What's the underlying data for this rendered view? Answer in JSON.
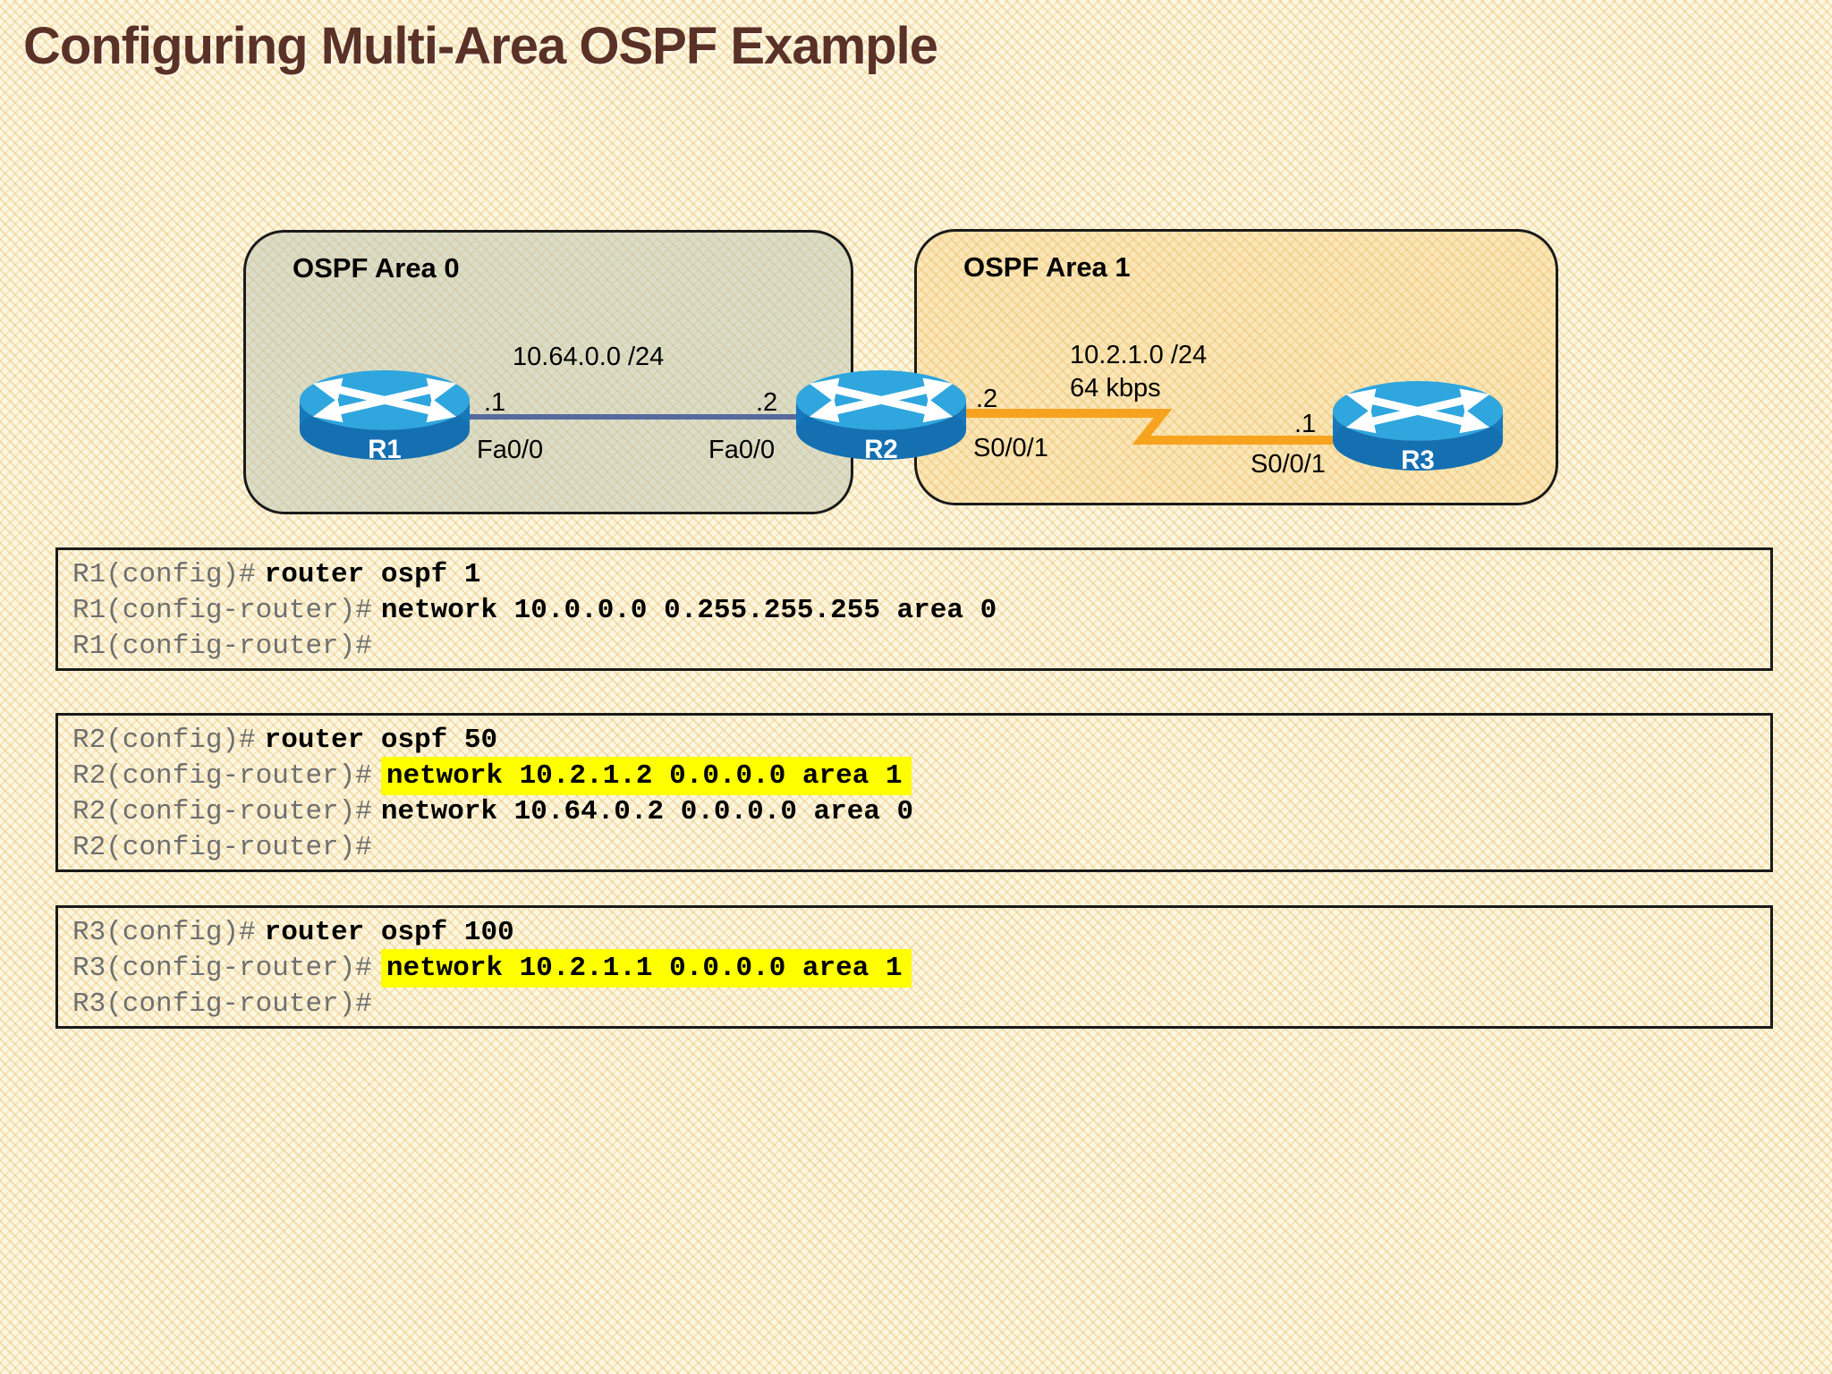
{
  "title": "Configuring Multi-Area OSPF Example",
  "diagram": {
    "areas": [
      {
        "label": "OSPF Area 0"
      },
      {
        "label": "OSPF Area 1"
      }
    ],
    "routers": [
      {
        "name": "R1"
      },
      {
        "name": "R2"
      },
      {
        "name": "R3"
      }
    ],
    "ethernet_link": {
      "network": "10.64.0.0 /24",
      "r1_ip": ".1",
      "r1_interface": "Fa0/0",
      "r2_ip": ".2",
      "r2_interface": "Fa0/0"
    },
    "serial_link": {
      "network": "10.2.1.0 /24",
      "speed": "64 kbps",
      "r2_ip": ".2",
      "r2_interface": "S0/0/1",
      "r3_ip": ".1",
      "r3_interface": "S0/0/1"
    }
  },
  "terminals": [
    {
      "lines": [
        {
          "prompt": "R1(config)#",
          "command": "router ospf 1",
          "highlight": false
        },
        {
          "prompt": "R1(config-router)#",
          "command": "network 10.0.0.0 0.255.255.255 area 0",
          "highlight": false
        },
        {
          "prompt": "R1(config-router)#",
          "command": "",
          "highlight": false
        }
      ]
    },
    {
      "lines": [
        {
          "prompt": "R2(config)#",
          "command": "router ospf 50",
          "highlight": false
        },
        {
          "prompt": "R2(config-router)#",
          "command": "network 10.2.1.2 0.0.0.0 area 1",
          "highlight": true
        },
        {
          "prompt": "R2(config-router)#",
          "command": "network 10.64.0.2 0.0.0.0 area 0",
          "highlight": false
        },
        {
          "prompt": "R2(config-router)#",
          "command": "",
          "highlight": false
        }
      ]
    },
    {
      "lines": [
        {
          "prompt": "R3(config)#",
          "command": "router ospf 100",
          "highlight": false
        },
        {
          "prompt": "R3(config-router)#",
          "command": "network 10.2.1.1 0.0.0.0 area 1",
          "highlight": true
        },
        {
          "prompt": "R3(config-router)#",
          "command": "",
          "highlight": false
        }
      ]
    }
  ],
  "colors": {
    "title_text": "#5a3127",
    "ethernet_link": "#566a9e",
    "serial_link": "#f6a41f",
    "highlight": "#ffff00",
    "router_body": "#1878bc",
    "router_top": "#2fa6de",
    "area0_fill": "rgba(186,196,178,0.50)",
    "area1_fill": "rgba(246,193,86,0.30)",
    "prompt_text": "#6f6f6f",
    "command_text": "#000000",
    "box_border": "#1a1a1a",
    "background_base": "#fdf7e1"
  }
}
